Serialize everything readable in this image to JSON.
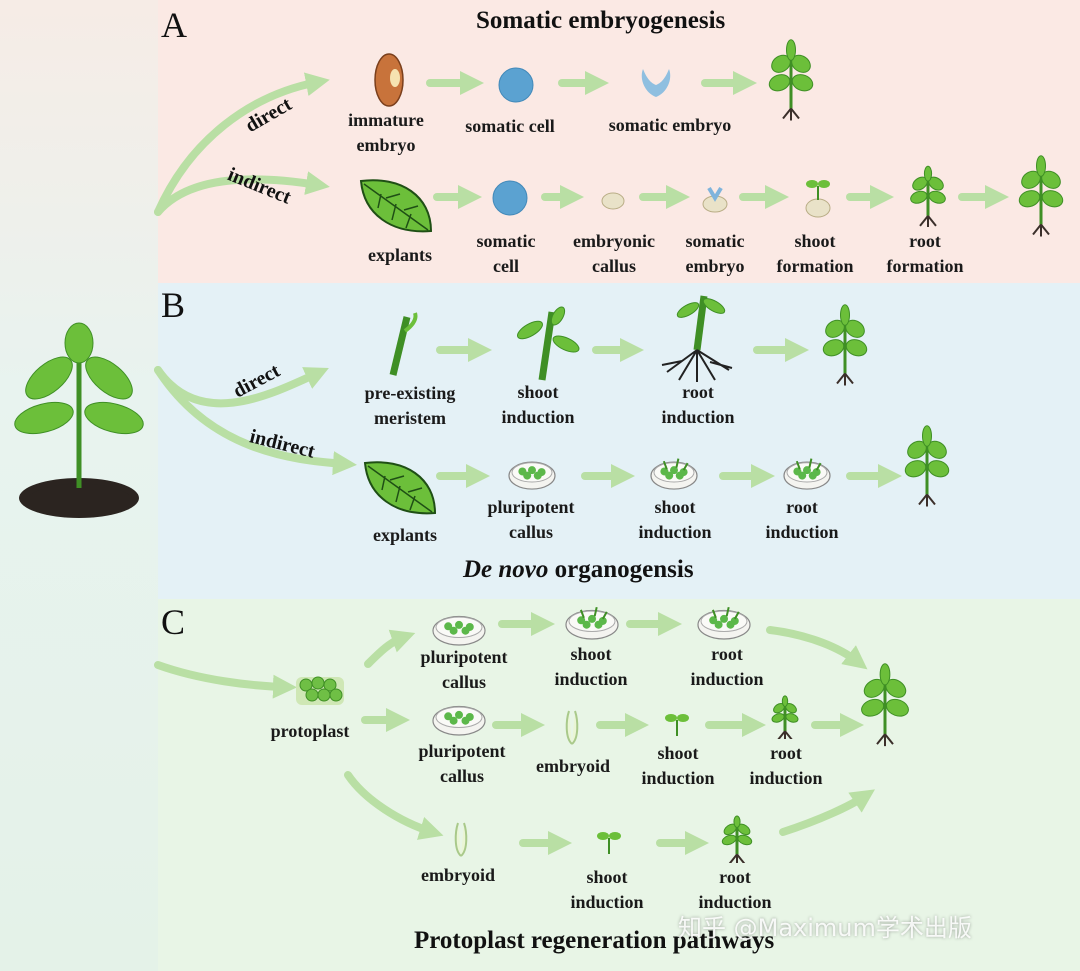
{
  "panel_a": {
    "letter": "A",
    "title": "Somatic embryogenesis",
    "direct_label": "direct",
    "indirect_label": "indirect",
    "direct_steps": [
      "immature\nembryo",
      "somatic cell",
      "somatic embryo"
    ],
    "indirect_steps": [
      "explants",
      "somatic\ncell",
      "embryonic\ncallus",
      "somatic\nembryo",
      "shoot\nformation",
      "root\nformation"
    ]
  },
  "panel_b": {
    "letter": "B",
    "title_italic": "De novo",
    "title_rest": " organogensis",
    "direct_label": "direct",
    "indirect_label": "indirect",
    "direct_steps": [
      "pre-existing\nmeristem",
      "shoot\ninduction",
      "root\ninduction"
    ],
    "indirect_steps": [
      "explants",
      "pluripotent\ncallus",
      "shoot\ninduction",
      "root\ninduction"
    ]
  },
  "panel_c": {
    "letter": "C",
    "title": "Protoplast regeneration pathways",
    "protoplast": "protoplast",
    "row1": [
      "pluripotent\ncallus",
      "shoot\ninduction",
      "root\ninduction"
    ],
    "row2": [
      "pluripotent\ncallus",
      "embryoid",
      "shoot\ninduction",
      "root\ninduction"
    ],
    "row3": [
      "embryoid",
      "shoot\ninduction",
      "root\ninduction"
    ]
  },
  "watermark": "知乎 @Maximum学术出版",
  "colors": {
    "arrow": "#b9dfa4",
    "leaf": "#6cbf3a",
    "leaf_dark": "#3f8f25",
    "cell": "#4a9bd0",
    "soil": "#2b2420"
  }
}
